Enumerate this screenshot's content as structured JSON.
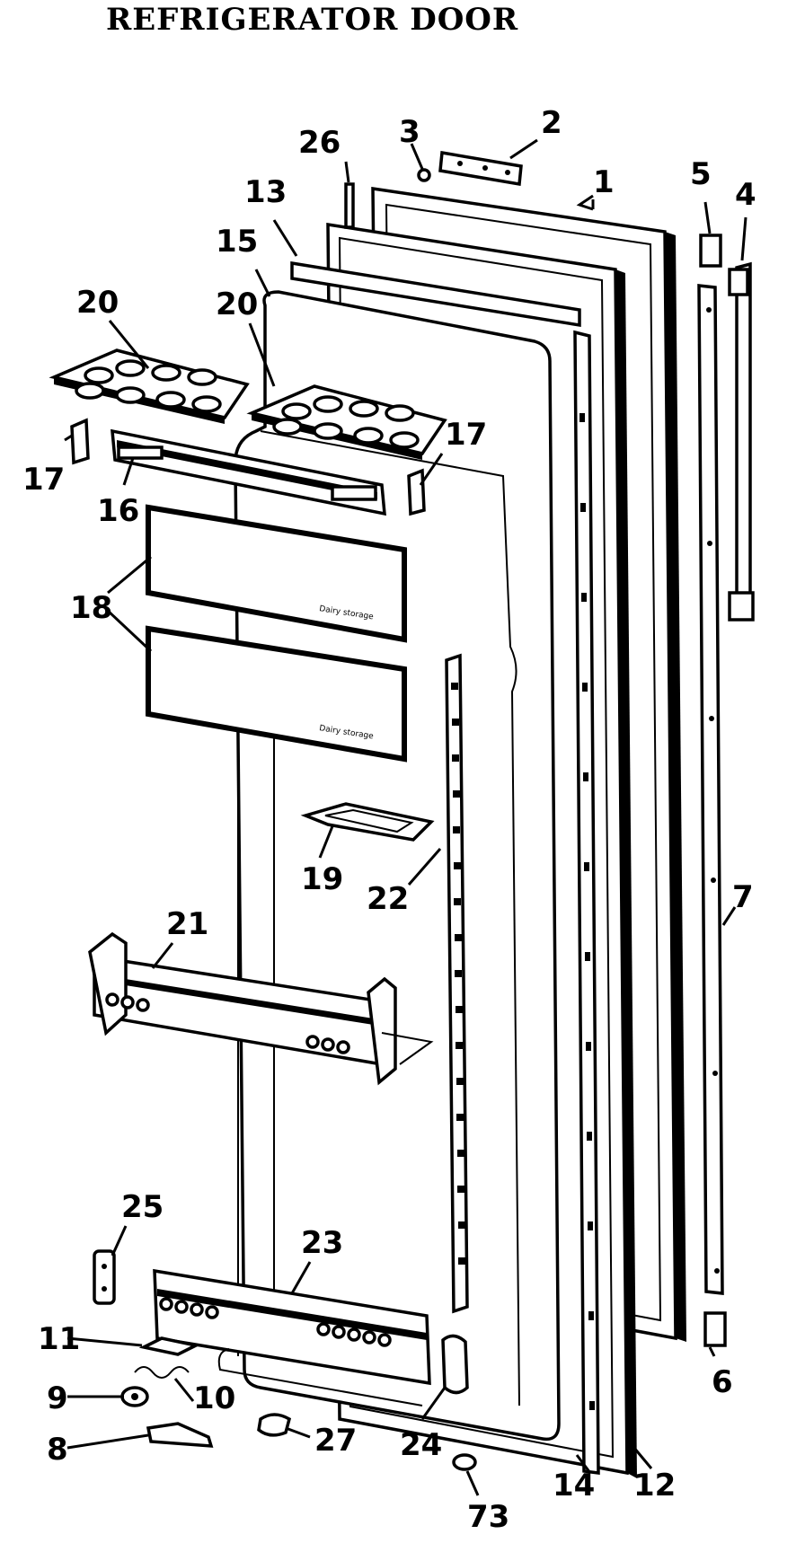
{
  "title": "REFRIGERATOR DOOR",
  "callouts": {
    "c1": "1",
    "c2": "2",
    "c3": "3",
    "c4": "4",
    "c5": "5",
    "c6": "6",
    "c7": "7",
    "c8": "8",
    "c9": "9",
    "c10": "10",
    "c11": "11",
    "c12": "12",
    "c13": "13",
    "c14": "14",
    "c15": "15",
    "c16": "16",
    "c17a": "17",
    "c17b": "17",
    "c18": "18",
    "c19": "19",
    "c20a": "20",
    "c20b": "20",
    "c21": "21",
    "c22": "22",
    "c23": "23",
    "c24": "24",
    "c25": "25",
    "c26": "26",
    "c27": "27",
    "c73": "73"
  },
  "bin_text": {
    "upper": "Dairy storage",
    "lower": "Dairy storage"
  }
}
